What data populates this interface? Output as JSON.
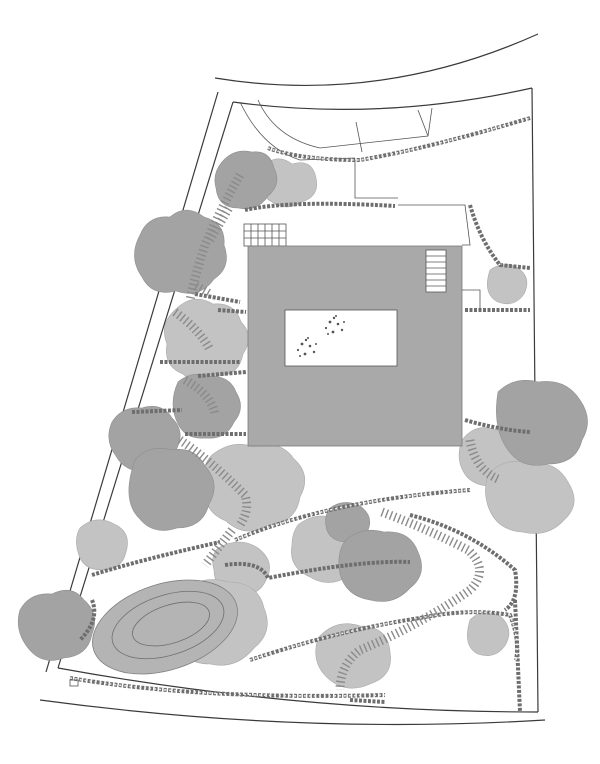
{
  "diagram": {
    "kind": "site-plan",
    "colors": {
      "background": "#ffffff",
      "building": "#a9a9a9",
      "tree_dark": "#a3a3a3",
      "tree_light": "#c3c3c3",
      "outline": "#3a3a3a"
    },
    "elements": [
      "site-boundary",
      "road",
      "building",
      "courtyard",
      "oval-pond",
      "terrace-walls",
      "stairs",
      "trees"
    ]
  }
}
